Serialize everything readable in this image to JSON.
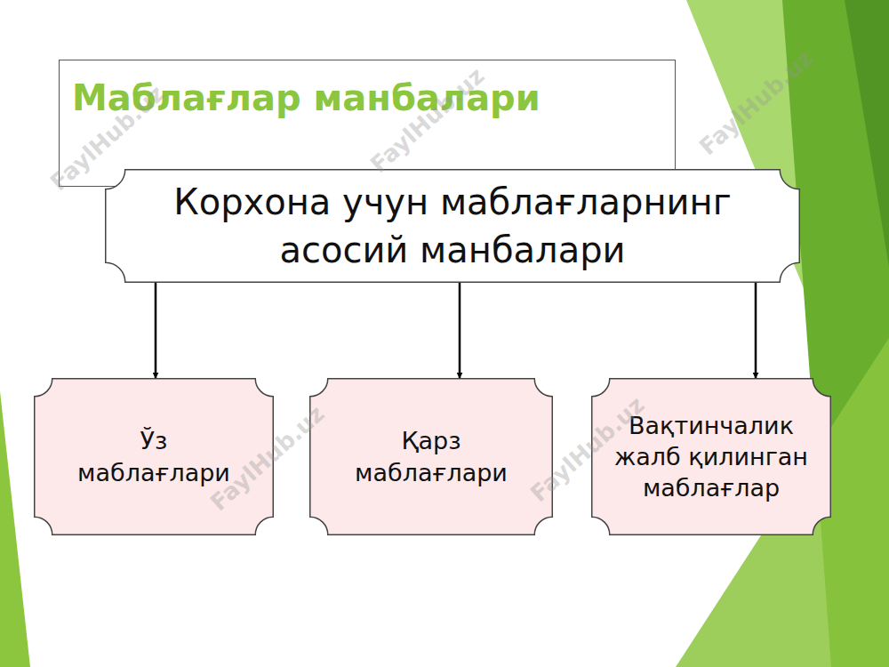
{
  "diagram": {
    "nodes": [
      {
        "text": [
          "Маблағлар манбалари"
        ]
      },
      {
        "text": [
          "Корхона учун маблағларнинг асосий манбалари"
        ]
      },
      {
        "text": [
          "Ўз маблағлари"
        ]
      },
      {
        "text": [
          "Қарз маблағлари"
        ]
      },
      {
        "text": [
          "Вақтинчалик жалб қилинган маблағлар"
        ]
      }
    ],
    "edges": [
      {
        "from": 1,
        "to": 2,
        "arrow": "to"
      },
      {
        "from": 1,
        "to": 3,
        "arrow": "to"
      },
      {
        "from": 1,
        "to": 4,
        "arrow": "to"
      }
    ],
    "labels": [
      "FaylHub.uz",
      "FaylHub.uz",
      "FaylHub.uz",
      "FaylHub.uz",
      "FaylHub.uz"
    ]
  }
}
